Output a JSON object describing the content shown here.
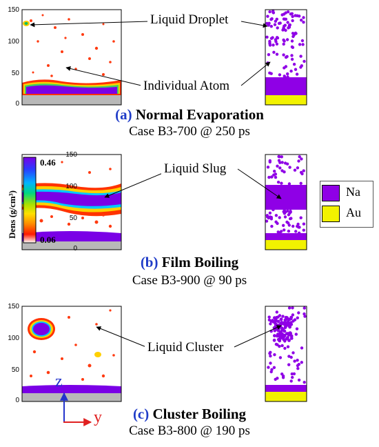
{
  "panels": [
    {
      "label": "(a)",
      "title": "Normal Evaporation",
      "subtitle": "Case B3-700 @ 250 ps",
      "yticks": [
        "150",
        "100",
        "50",
        "0"
      ],
      "annotations": [
        "Liquid Droplet",
        "Individual Atom"
      ]
    },
    {
      "label": "(b)",
      "title": "Film Boiling",
      "subtitle": "Case B3-900 @ 90 ps",
      "yticks": [
        "150",
        "100",
        "50",
        "0"
      ],
      "annotations": [
        "Liquid Slug"
      ]
    },
    {
      "label": "(c)",
      "title": "Cluster Boiling",
      "subtitle": "Case B3-800 @ 190 ps",
      "yticks": [
        "150",
        "100",
        "50",
        "0"
      ],
      "annotations": [
        "Liquid Cluster"
      ]
    }
  ],
  "colorbar": {
    "title": "Dens (g/cm³)",
    "max": "0.46",
    "min": "0.06",
    "colors": [
      "#7a00e6",
      "#2a3cff",
      "#00b4ff",
      "#00d880",
      "#a8e000",
      "#ffe000",
      "#ff8a00",
      "#ff1a00",
      "#ffffff"
    ]
  },
  "legend": [
    {
      "name": "Na",
      "color": "#8f00e6"
    },
    {
      "name": "Au",
      "color": "#f2f200"
    }
  ],
  "axes": {
    "z": "z",
    "y": "y",
    "z_color": "#2233cc",
    "y_color": "#e02020"
  }
}
